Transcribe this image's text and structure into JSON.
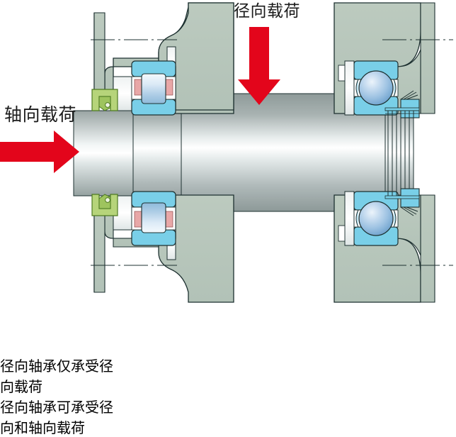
{
  "figure": {
    "title_semantic": "bearing-load-directions-cross-section",
    "background": "#ffffff"
  },
  "labels": {
    "axial_load": "轴向载荷",
    "radial_load": "径向载荷",
    "caption_left_line1": "径向轴承仅承受径",
    "caption_left_line2": "向载荷",
    "caption_right_line1": "径向轴承可承受径",
    "caption_right_line2": "向和轴向载荷"
  },
  "arrows": {
    "axial": {
      "name": "axial-load-arrow",
      "direction": "right",
      "color": "#e3051b"
    },
    "radial": {
      "name": "radial-load-arrow",
      "direction": "down",
      "color": "#e3051b"
    }
  },
  "colors": {
    "arrow_red": "#e3051b",
    "housing_sage": "#b7c6bc",
    "housing_sage_light": "#c6d2c9",
    "bearing_cyan": "#79cfe8",
    "bearing_cyan_dark": "#4fb9d9",
    "roller_light": "#eef4fa",
    "ball_blue": "#9cc4e4",
    "cage_salmon": "#e8a7a7",
    "seal_green": "#8fbe4a",
    "shaft_gray": "#9aa3a3",
    "shaft_highlight": "#ffffff",
    "outline": "#1d3030",
    "text": "#1b1b1b"
  },
  "components": [
    {
      "name": "shaft",
      "label": "轴"
    },
    {
      "name": "housing-upper-left",
      "label": "壳体"
    },
    {
      "name": "housing-lower-left",
      "label": "壳体"
    },
    {
      "name": "housing-upper-right",
      "label": "壳体"
    },
    {
      "name": "housing-lower-right",
      "label": "壳体"
    },
    {
      "name": "cylindrical-roller-bearing-upper",
      "label": "圆柱滚子轴承"
    },
    {
      "name": "cylindrical-roller-bearing-lower",
      "label": "圆柱滚子轴承"
    },
    {
      "name": "ball-bearing-upper",
      "label": "球轴承"
    },
    {
      "name": "ball-bearing-lower",
      "label": "球轴承"
    },
    {
      "name": "oil-seal-upper",
      "label": "油封"
    },
    {
      "name": "oil-seal-lower",
      "label": "油封"
    },
    {
      "name": "lock-nut-thread-upper",
      "label": "锁紧螺母螺纹"
    },
    {
      "name": "lock-nut-thread-lower",
      "label": "锁紧螺母螺纹"
    },
    {
      "name": "centerline-left",
      "label": "中心线"
    },
    {
      "name": "centerline-right",
      "label": "中心线"
    }
  ]
}
